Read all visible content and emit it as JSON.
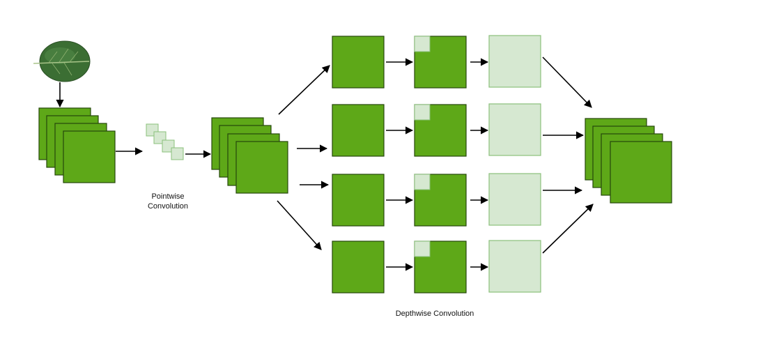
{
  "labels": {
    "pointwise_line1": "Pointwise",
    "pointwise_line2": "Convolution",
    "depthwise": "Depthwise Convolution"
  },
  "colors": {
    "feature_fill": "#5ea818",
    "feature_stroke": "#25470c",
    "output_fill": "#d6e8d1",
    "output_stroke": "#8bc07b",
    "arrow": "#000000",
    "leaf": "#3b6e33"
  },
  "icons": {
    "input": "leaf-icon"
  },
  "structure": {
    "input_stack_layers": 4,
    "kernel_count": 4,
    "branches": 4,
    "output_stack_layers": 4
  }
}
